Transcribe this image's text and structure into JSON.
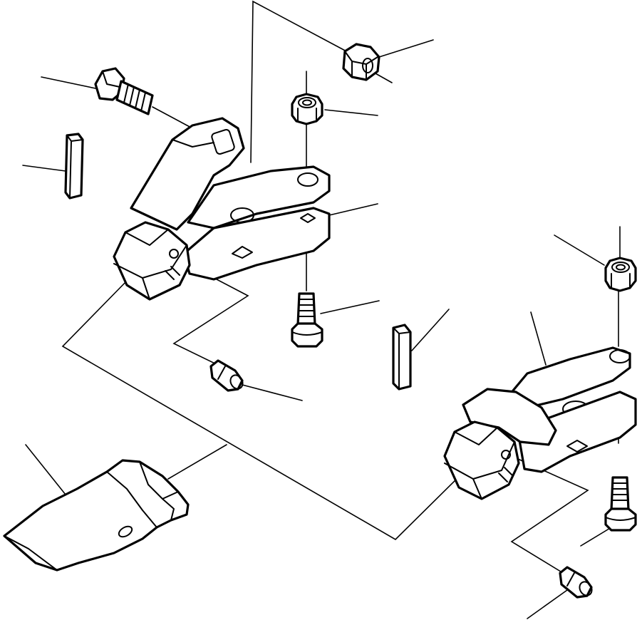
{
  "diagram": {
    "style": "exploded parts illustration, black line art on white",
    "colors": {
      "ink": "#000000",
      "background": "#ffffff"
    },
    "parts": [
      {
        "id": "nut-large-top",
        "icon": "hex-nut-icon"
      },
      {
        "id": "nut-small-top",
        "icon": "hex-nut-icon"
      },
      {
        "id": "nut-right",
        "icon": "hex-nut-icon"
      },
      {
        "id": "bolt-top-left",
        "icon": "bolt-icon"
      },
      {
        "id": "bolt-center",
        "icon": "bolt-icon"
      },
      {
        "id": "bolt-right",
        "icon": "bolt-icon"
      },
      {
        "id": "spacer-left",
        "icon": "spacer-strip-icon"
      },
      {
        "id": "spacer-center",
        "icon": "spacer-strip-icon"
      },
      {
        "id": "pin-center",
        "icon": "pin-icon"
      },
      {
        "id": "pin-right",
        "icon": "pin-icon"
      },
      {
        "id": "adapter-upper",
        "icon": "tooth-adapter-icon"
      },
      {
        "id": "adapter-right",
        "icon": "tooth-adapter-icon"
      },
      {
        "id": "tooth-point",
        "icon": "tooth-point-icon"
      }
    ]
  }
}
